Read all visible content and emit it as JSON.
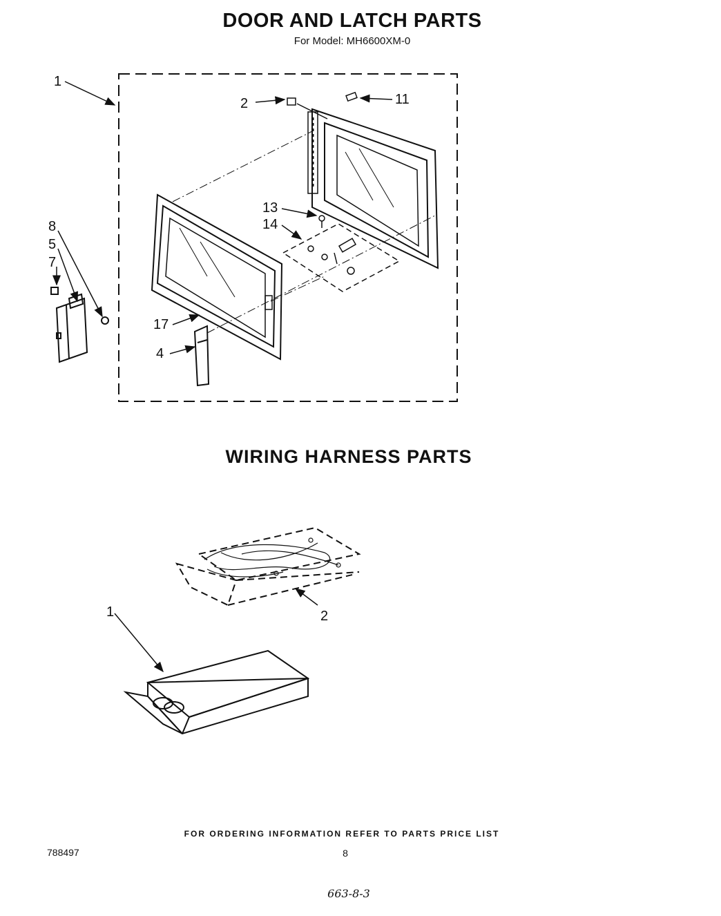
{
  "header": {
    "title": "DOOR AND LATCH PARTS",
    "subtitle": "For Model: MH6600XM-0"
  },
  "door_diagram": {
    "callouts": [
      "1",
      "2",
      "11",
      "13",
      "14",
      "8",
      "5",
      "7",
      "17",
      "4"
    ]
  },
  "wiring_section": {
    "title": "WIRING HARNESS  PARTS",
    "callouts": [
      "1",
      "2"
    ]
  },
  "footer": {
    "ordering_note": "FOR ORDERING INFORMATION REFER TO PARTS PRICE LIST",
    "doc_number": "788497",
    "page_number": "8",
    "handwritten_code": "663-8-3"
  },
  "colors": {
    "ink": "#111111",
    "paper": "#ffffff"
  }
}
